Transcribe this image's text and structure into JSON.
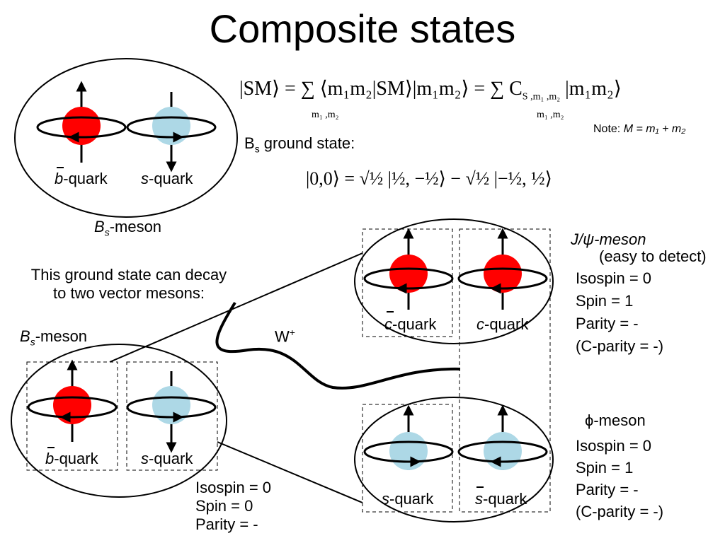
{
  "title": "Composite states",
  "equation": {
    "main": "|SM⟩ = ∑ ⟨m₁m₂|SM⟩|m₁m₂⟩ = ∑ C",
    "sub_sum": "m₁ ,m₂",
    "c_sub": "S ,m₁ ,m₂",
    "tail": "|m₁m₂⟩",
    "note_prefix": "Note:",
    "note_formula": "M = m₁ + m₂"
  },
  "ground_state": {
    "label_prefix": "B",
    "label_sub": "s",
    "label_suffix": " ground state:",
    "formula": "|0,0⟩ = √½ |½, −½⟩ − √½ |−½, ½⟩"
  },
  "top_meson": {
    "name_letter": "B",
    "name_sub": "s",
    "name_suffix": "-meson",
    "quark1_letter": "b",
    "quark1_suffix": "-quark",
    "quark2_letter": "s",
    "quark2_suffix": "-quark"
  },
  "decay_text": {
    "line1": "This ground state can decay",
    "line2": "to two vector mesons:"
  },
  "left_meson": {
    "name_letter": "B",
    "name_sub": "s",
    "name_suffix": "-meson",
    "quark1_letter": "b",
    "quark1_suffix": "-quark",
    "quark2_letter": "s",
    "quark2_suffix": "-quark",
    "props": [
      "Isospin = 0",
      "Spin = 0",
      "Parity = -"
    ]
  },
  "w_boson": {
    "letter": "W",
    "sup": "+"
  },
  "jpsi": {
    "name": "J/ψ-meson",
    "note": "(easy to detect)",
    "quark1_letter": "c",
    "quark1_suffix": "-quark",
    "quark2_letter": "c",
    "quark2_suffix": "-quark",
    "props": [
      "Isospin = 0",
      "Spin = 1",
      "Parity = -",
      "(C-parity = -)"
    ]
  },
  "phi": {
    "name": "ϕ-meson",
    "quark1_letter": "s",
    "quark1_suffix": "-quark",
    "quark2_letter": "s",
    "quark2_suffix": "-quark",
    "props": [
      "Isospin = 0",
      "Spin = 1",
      "Parity = -",
      "(C-parity = -)"
    ]
  },
  "colors": {
    "red_quark": "#ff0000",
    "blue_quark": "#add8e6",
    "line": "#000000"
  }
}
